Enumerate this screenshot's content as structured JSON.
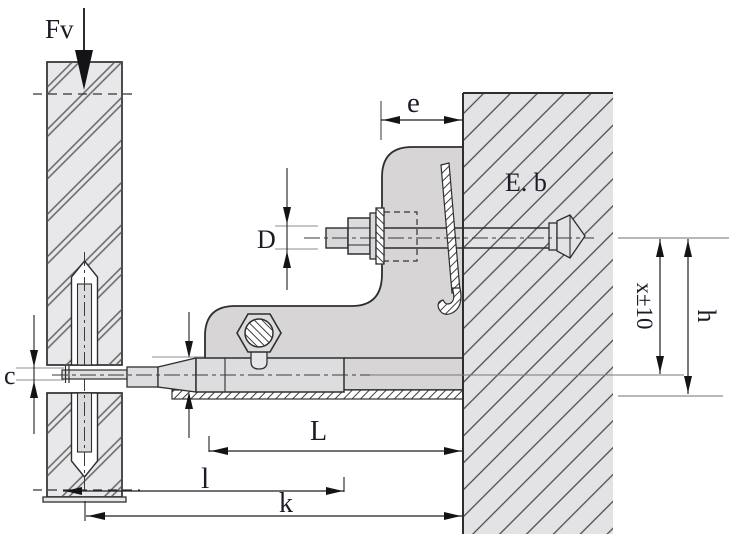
{
  "diagram": {
    "kind": "technical-section-drawing",
    "labels": {
      "force": "Fv",
      "edge_distance": "e",
      "embed_mark": "E. b",
      "diameter": "D",
      "adjustment_range": "x±10",
      "height": "h",
      "joint_width": "c",
      "length_L": "L",
      "length_l": "l",
      "length_k": "k"
    },
    "colors": {
      "background": "#ffffff",
      "panel_fill": "#e8e8ea",
      "wall_fill": "#e3e3e5",
      "bracket_fill": "#d7d5d5",
      "rod_fill": "#dddddf",
      "fastener_fill": "#dcdcde",
      "outline": "#2e2e30",
      "dimension_line": "#1f1f23",
      "extension_line": "#8d8d91",
      "label_text": "#1c1c28"
    }
  }
}
